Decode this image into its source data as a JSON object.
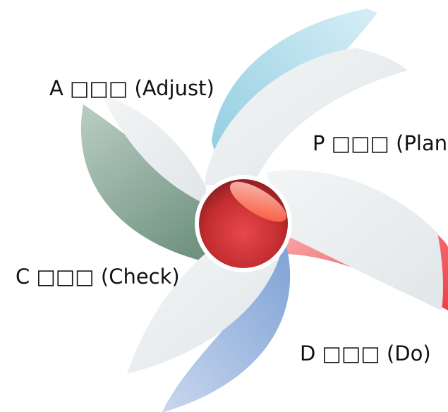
{
  "labels": {
    "adjust": "A □□□ (Adjust)",
    "plan": "P □□□ (Plan",
    "check": "C □□□ (Check)",
    "do": "D □□□ (Do)"
  },
  "colors": {
    "plan": "#a9d8ea",
    "do": "#f0505a",
    "check": "#8cabd9",
    "adjust": "#7a9c8b",
    "hub": "#c0302f",
    "petal": "#e8eced"
  }
}
